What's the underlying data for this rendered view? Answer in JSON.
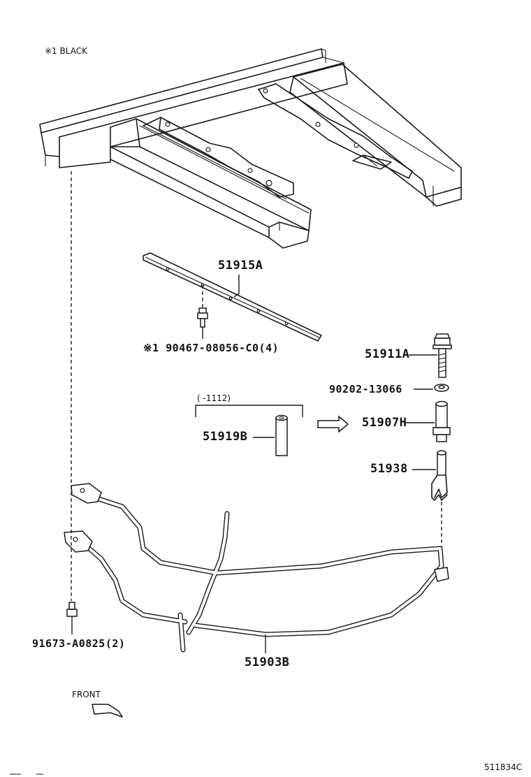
{
  "notes": {
    "color_note": "※1 BLACK",
    "front": "FRONT",
    "drawing_id": "511834C"
  },
  "parts": {
    "bracket_51915a": "51915A",
    "screw_90467": "※1 90467-08056-C0(4)",
    "bolt_51911a": "51911A",
    "washer_90202": "90202-13066",
    "date_range": "(    -1112)",
    "spacer_51919b": "51919B",
    "spacer_51907h": "51907H",
    "hanger_51938": "51938",
    "carrier_51903b": "51903B",
    "bolt_91673": "91673-A0825(2)"
  }
}
